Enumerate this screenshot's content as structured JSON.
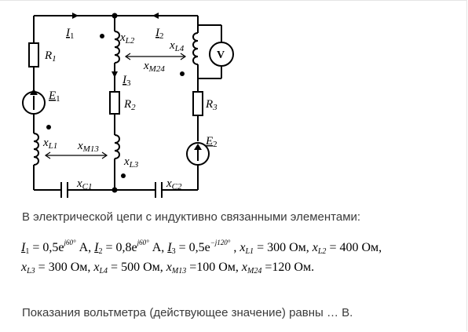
{
  "circuit": {
    "labels": {
      "I1": "I",
      "I1_sub": "1",
      "I2": "I",
      "I2_sub": "2",
      "I3": "I",
      "I3_sub": "3",
      "R1": "R",
      "R1_sub": "1",
      "R2": "R",
      "R2_sub": "2",
      "R3": "R",
      "R3_sub": "3",
      "E1": "E",
      "E1_sub": "1",
      "E2": "E",
      "E2_sub": "2",
      "xL1": "x",
      "xL1_sub": "L1",
      "xL2": "x",
      "xL2_sub": "L2",
      "xL3": "x",
      "xL3_sub": "L3",
      "xL4": "x",
      "xL4_sub": "L4",
      "xM13": "x",
      "xM13_sub": "M13",
      "xM24": "x",
      "xM24_sub": "M24",
      "xC1": "x",
      "xC1_sub": "C1",
      "xC2": "x",
      "xC2_sub": "C2",
      "voltmeter": "V"
    }
  },
  "text": {
    "intro": "В электрической цепи с индуктивно связанными элементами:",
    "line1": {
      "I1_val": "= 0,5e",
      "I1_exp": "j60°",
      "I1_unit": " А, ",
      "I2_val": "= 0,8e",
      "I2_exp": "j60°",
      "I2_unit": " А, ",
      "I3_val": "= 0,5e",
      "I3_exp": "−j120°",
      "I3_unit": " , ",
      "xL1": "= 300 Ом, ",
      "xL2": "= 400 Ом,"
    },
    "line2": {
      "xL3": "= 300 Ом, ",
      "xL4": "= 500 Ом, ",
      "xM13": "=100 Ом, ",
      "xM24": "=120 Ом."
    },
    "question": "Показания вольтметра (действующее значение) равны … В."
  }
}
